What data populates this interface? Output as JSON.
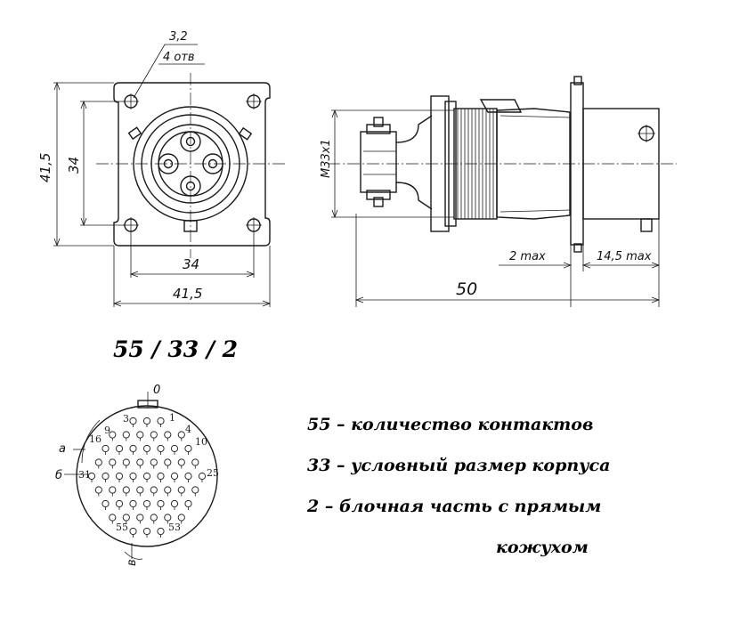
{
  "front_view": {
    "dim_hole": "3,2",
    "dim_holes_count": "4 отв",
    "dim_height_outer": "41,5",
    "dim_height_inner": "34",
    "dim_width_inner": "34",
    "dim_width_outer": "41,5"
  },
  "side_view": {
    "dim_thread": "M33x1",
    "dim_flange": "2 max",
    "dim_tail": "14,5 max",
    "dim_length": "50"
  },
  "code": "55 / 33 / 2",
  "pin_layout": {
    "mark_key": "0",
    "mark_a": "a",
    "mark_b": "б",
    "mark_v": "в",
    "pin_numbers": [
      "1",
      "3",
      "4",
      "9",
      "10",
      "16",
      "25",
      "31",
      "53",
      "55"
    ]
  },
  "legend": [
    "55 – количество контактов",
    "33 – условный размер корпуса",
    "2 – блочная часть с прямым",
    "кожухом"
  ]
}
